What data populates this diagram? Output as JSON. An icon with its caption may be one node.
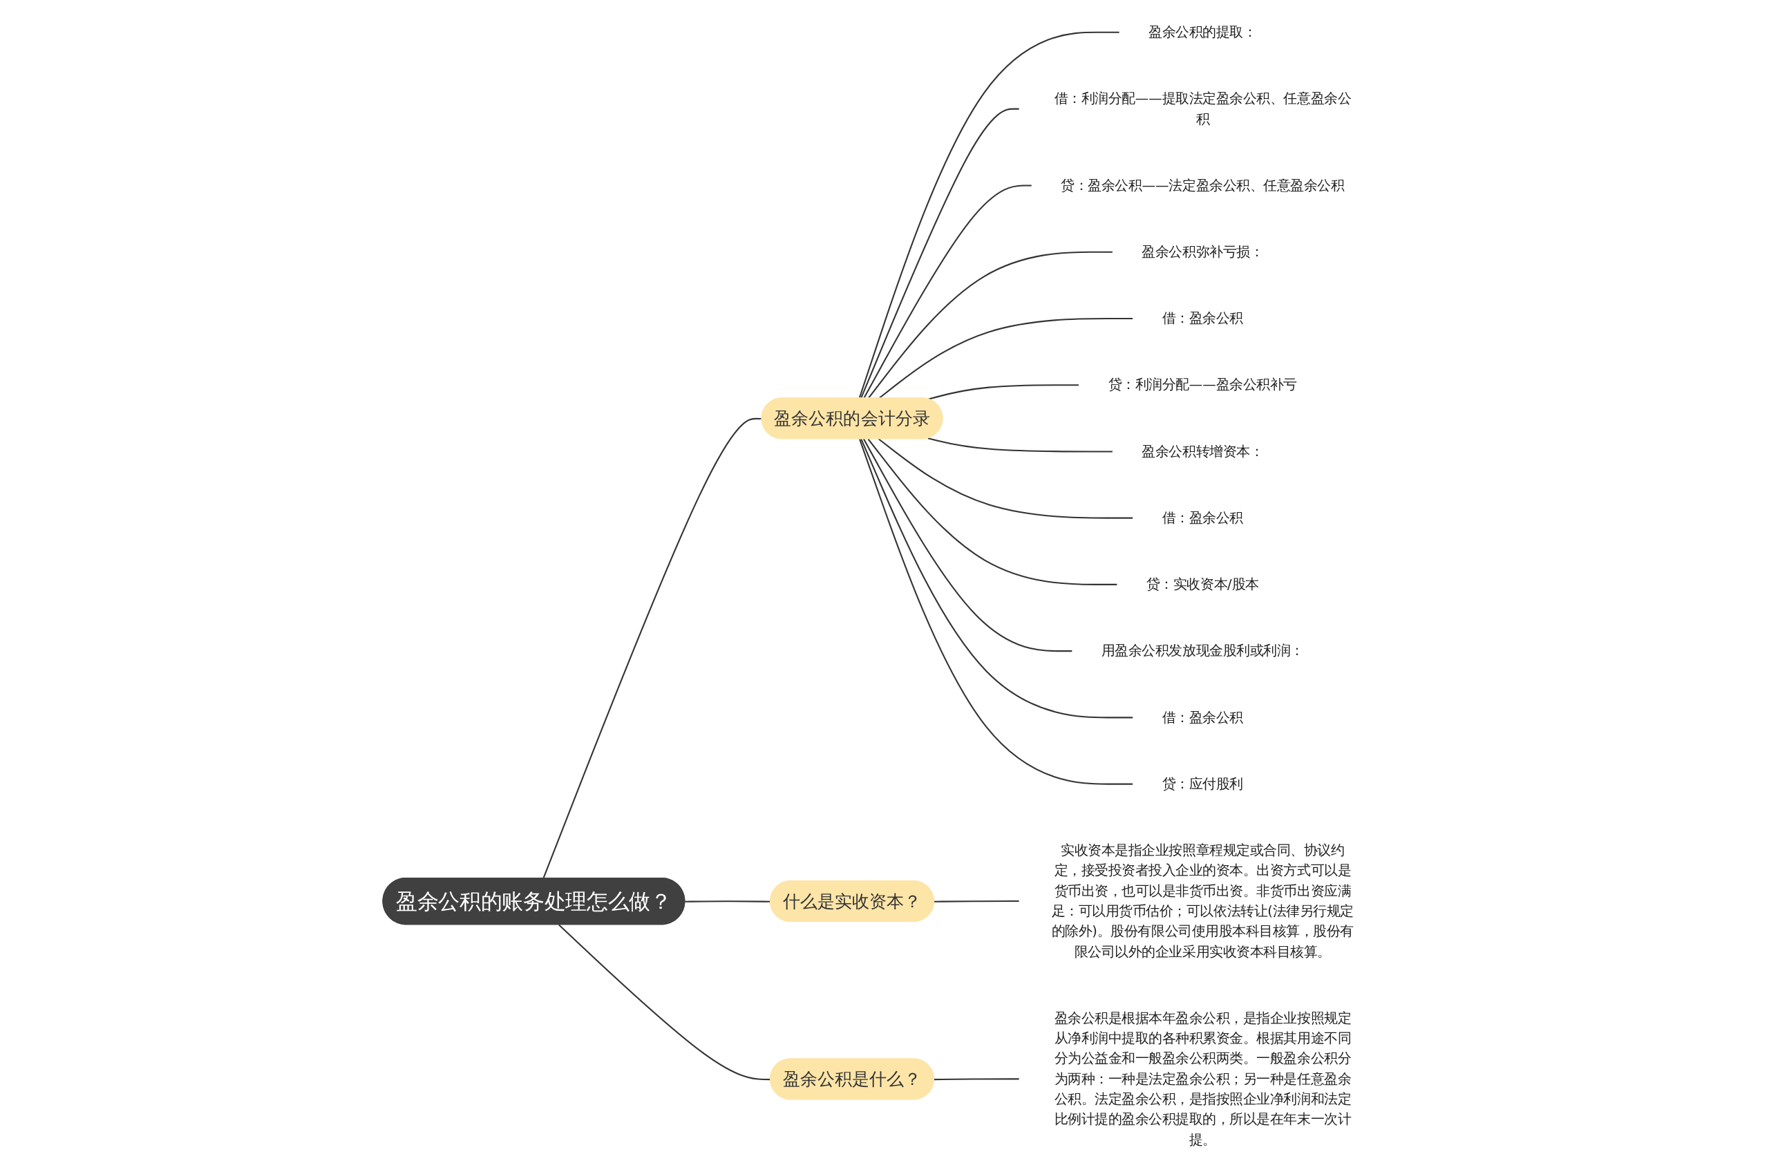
{
  "diagram": {
    "nodes": [
      {
        "text": [
          "盈余公积的账务处理怎么做？"
        ]
      },
      {
        "text": [
          "盈余公积的会计分录"
        ]
      },
      {
        "text": [
          "盈余公积的提取："
        ]
      },
      {
        "text": [
          "借：利润分配——提取法定盈余公积、任意盈余公积"
        ]
      },
      {
        "text": [
          "贷：盈余公积——法定盈余公积、任意盈余公积"
        ]
      },
      {
        "text": [
          "盈余公积弥补亏损："
        ]
      },
      {
        "text": [
          "借：盈余公积"
        ]
      },
      {
        "text": [
          "贷：利润分配——盈余公积补亏"
        ]
      },
      {
        "text": [
          "盈余公积转增资本："
        ]
      },
      {
        "text": [
          "借：盈余公积"
        ]
      },
      {
        "text": [
          "贷：实收资本/股本"
        ]
      },
      {
        "text": [
          "用盈余公积发放现金股利或利润："
        ]
      },
      {
        "text": [
          "借：盈余公积"
        ]
      },
      {
        "text": [
          "贷：应付股利"
        ]
      },
      {
        "text": [
          "什么是实收资本？"
        ]
      },
      {
        "text": [
          "实收资本是指企业按照章程规定或合同、协议约定，接受投资者投入企业的资本。出资方式可以是货币出资，也可以是非货币出资。非货币出资应满足：可以用货币估价；可以依法转让(法律另行规定的除外)。股份有限公司使用股本科目核算，股份有限公司以外的企业采用实收资本科目核算。"
        ]
      },
      {
        "text": [
          "盈余公积是什么？"
        ]
      },
      {
        "text": [
          "盈余公积是根据本年盈余公积，是指企业按照规定从净利润中提取的各种积累资金。根据其用途不同分为公益金和一般盈余公积两类。一般盈余公积分为两种：一种是法定盈余公积；另一种是任意盈余公积。法定盈余公积，是指按照企业净利润和法定比例计提的盈余公积提取的，所以是在年末一次计提。"
        ]
      }
    ],
    "edges": [
      {
        "from": 0,
        "to": 1,
        "arrow": "none"
      },
      {
        "from": 1,
        "to": 2,
        "arrow": "none"
      },
      {
        "from": 1,
        "to": 3,
        "arrow": "none"
      },
      {
        "from": 1,
        "to": 4,
        "arrow": "none"
      },
      {
        "from": 1,
        "to": 5,
        "arrow": "none"
      },
      {
        "from": 1,
        "to": 6,
        "arrow": "none"
      },
      {
        "from": 1,
        "to": 7,
        "arrow": "none"
      },
      {
        "from": 1,
        "to": 8,
        "arrow": "none"
      },
      {
        "from": 1,
        "to": 9,
        "arrow": "none"
      },
      {
        "from": 1,
        "to": 10,
        "arrow": "none"
      },
      {
        "from": 1,
        "to": 11,
        "arrow": "none"
      },
      {
        "from": 1,
        "to": 12,
        "arrow": "none"
      },
      {
        "from": 1,
        "to": 13,
        "arrow": "none"
      },
      {
        "from": 0,
        "to": 14,
        "arrow": "none"
      },
      {
        "from": 14,
        "to": 15,
        "arrow": "none"
      },
      {
        "from": 0,
        "to": 16,
        "arrow": "none"
      },
      {
        "from": 16,
        "to": 17,
        "arrow": "none"
      }
    ]
  }
}
